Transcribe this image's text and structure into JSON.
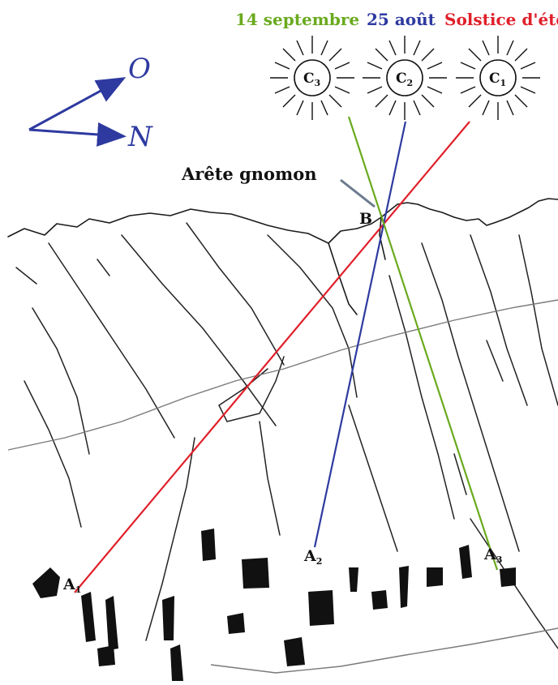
{
  "dates": {
    "c3": {
      "label": "14 septembre",
      "color": "#6aaa1e"
    },
    "c2": {
      "label": "25 août",
      "color": "#2e3aa0"
    },
    "c1": {
      "label": "Solstice d'été",
      "color": "#e0202a"
    }
  },
  "suns": [
    {
      "id": "C3",
      "letter": "C",
      "sub": "3"
    },
    {
      "id": "C2",
      "letter": "C",
      "sub": "2"
    },
    {
      "id": "C1",
      "letter": "C",
      "sub": "1"
    }
  ],
  "gnomon": {
    "label": "Arête gnomon",
    "point": "B"
  },
  "points": [
    {
      "letter": "A",
      "sub": "1"
    },
    {
      "letter": "A",
      "sub": "2"
    },
    {
      "letter": "A",
      "sub": "3"
    }
  ],
  "compass": {
    "west": "O",
    "north": "N",
    "color": "#2e3aa0"
  }
}
